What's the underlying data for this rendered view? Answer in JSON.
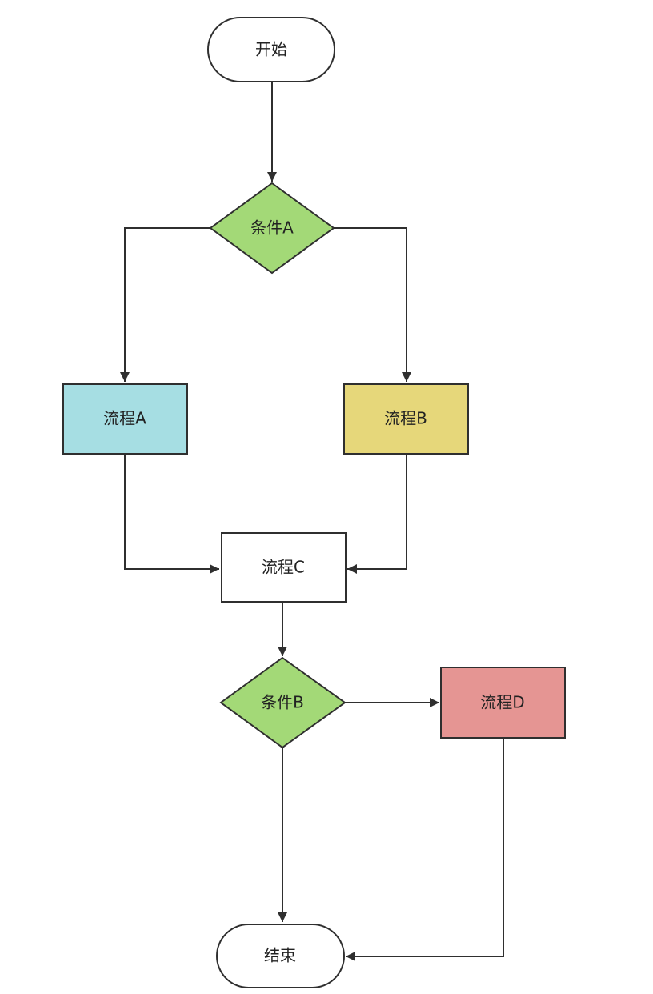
{
  "diagram": {
    "nodes": {
      "start": {
        "label": "开始",
        "shape": "terminal",
        "fill": "#ffffff"
      },
      "condition_a": {
        "label": "条件A",
        "shape": "decision",
        "fill": "#a3d977"
      },
      "process_a": {
        "label": "流程A",
        "shape": "process",
        "fill": "#a6dee3"
      },
      "process_b": {
        "label": "流程B",
        "shape": "process",
        "fill": "#e6d77a"
      },
      "process_c": {
        "label": "流程C",
        "shape": "process",
        "fill": "#ffffff"
      },
      "condition_b": {
        "label": "条件B",
        "shape": "decision",
        "fill": "#a3d977"
      },
      "process_d": {
        "label": "流程D",
        "shape": "process",
        "fill": "#e59593"
      },
      "end": {
        "label": "结束",
        "shape": "terminal",
        "fill": "#ffffff"
      }
    },
    "edges": [
      {
        "from": "start",
        "to": "condition_a"
      },
      {
        "from": "condition_a",
        "to": "process_a"
      },
      {
        "from": "condition_a",
        "to": "process_b"
      },
      {
        "from": "process_a",
        "to": "process_c"
      },
      {
        "from": "process_b",
        "to": "process_c"
      },
      {
        "from": "process_c",
        "to": "condition_b"
      },
      {
        "from": "condition_b",
        "to": "process_d"
      },
      {
        "from": "condition_b",
        "to": "end"
      },
      {
        "from": "process_d",
        "to": "end"
      }
    ],
    "colors": {
      "stroke": "#2f2f2f",
      "text": "#222222",
      "background": "#ffffff"
    }
  }
}
